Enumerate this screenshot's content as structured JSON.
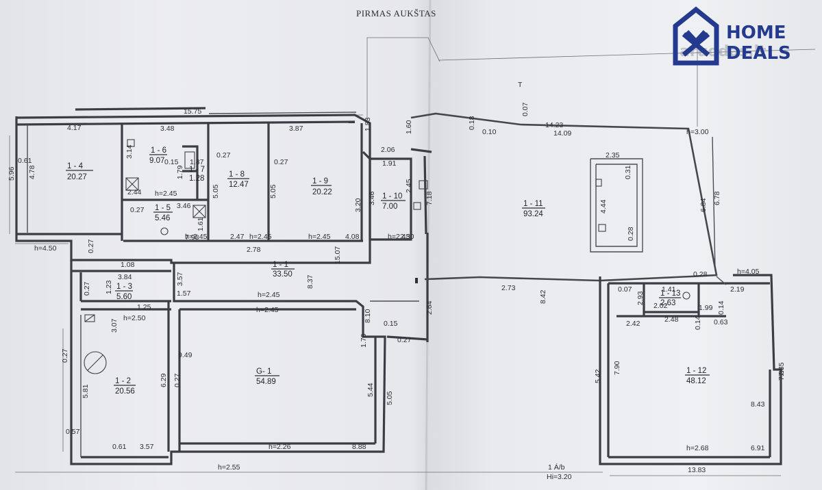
{
  "title": "PIRMAS AUKŠTAS",
  "logo": {
    "line1": "HOME",
    "line2": "DEALS",
    "color": "#233a8f"
  },
  "watermark": "aruodas.lt",
  "north_mark": "T",
  "footer": {
    "line1": "1 Á/b",
    "line2": "Hi=3.20"
  },
  "rooms": [
    {
      "id": "1 - 4",
      "area": "20.27"
    },
    {
      "id": "1 - 6",
      "area": "9.07"
    },
    {
      "id": "1 - 7",
      "area": "1.28"
    },
    {
      "id": "1 - 8",
      "area": "12.47"
    },
    {
      "id": "1 - 9",
      "area": "20.22"
    },
    {
      "id": "1 - 10",
      "area": "7.00"
    },
    {
      "id": "1 - 5",
      "area": "5.46"
    },
    {
      "id": "1 - 11",
      "area": "93.24"
    },
    {
      "id": "1 - 1",
      "area": "33.50"
    },
    {
      "id": "1 - 3",
      "area": "5.60"
    },
    {
      "id": "G- 1",
      "area": "54.89"
    },
    {
      "id": "1 - 2",
      "area": "20.56"
    },
    {
      "id": "1 - 12",
      "area": "48.12"
    },
    {
      "id": "1 - 13",
      "area": "2.63"
    }
  ],
  "dimensions": [
    "15.75",
    "4.17",
    "3.48",
    "3.87",
    "1.83",
    "1.60",
    "0.18",
    "0.10",
    "0.07",
    "14.23",
    "14.09",
    "h=3.00",
    "5.96",
    "0.61",
    "4.78",
    "3.14",
    "0.15",
    "1.87",
    "0.27",
    "0.27",
    "2.06",
    "1.91",
    "2.35",
    "0.31",
    "1.79",
    "2.44",
    "h=2.45",
    "5.05",
    "5.05",
    "3.46",
    "2.45",
    "7.18",
    "6.84",
    "6.78",
    "4.44",
    "0.27",
    "3.46",
    "1.61",
    "3.20",
    "0.28",
    "h=2.45",
    "2.47",
    "h=2.45",
    "h=2.45",
    "4.08",
    "h=2.45",
    "2.30",
    "h=4.50",
    "2.78",
    "15.07",
    "0.27",
    "1.08",
    "3.84",
    "3.57",
    "1.23",
    "0.27",
    "1.57",
    "h=2.45",
    "8.37",
    "0.28",
    "h=4.05",
    "2.73",
    "8.42",
    "0.07",
    "1.41",
    "2.19",
    "2.93",
    "2.02",
    "0.14",
    "1.99",
    "h=2.45",
    "8.10",
    "1.25",
    "h=2.50",
    "3.07",
    "0.15",
    "2.64",
    "2.48",
    "2.42",
    "0.14",
    "0.63",
    "0.27",
    "1.76",
    "0.27",
    "9.49",
    "0.27",
    "6.29",
    "5.81",
    "5.44",
    "5.05",
    "5.42",
    "7.90",
    "7.37",
    "7.65",
    "8.43",
    "0.57",
    "0.61",
    "3.57",
    "h=2.26",
    "8.88",
    "h=2.68",
    "6.91",
    "h=2.55",
    "13.83",
    "7.98",
    "h=2.45"
  ]
}
